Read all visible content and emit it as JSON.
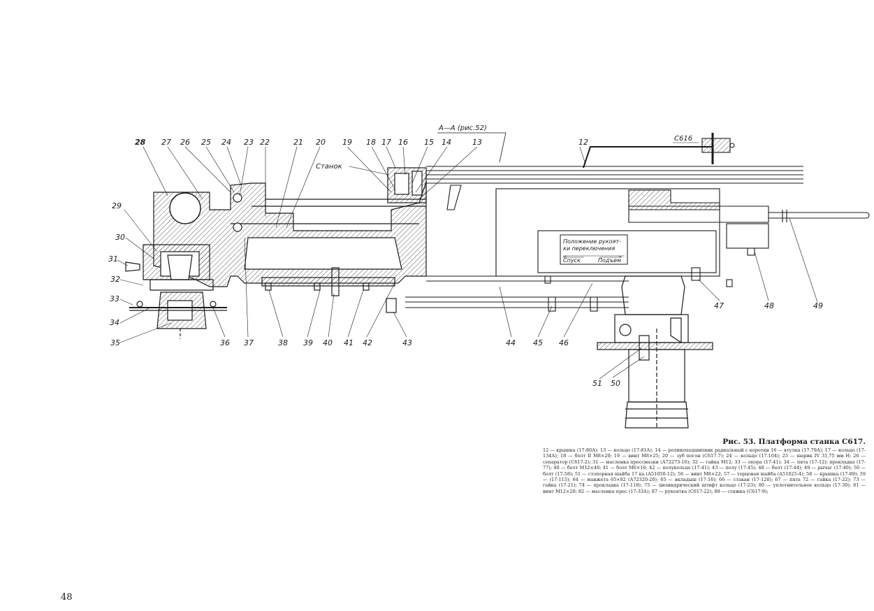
{
  "figure": {
    "section_label": "A—A (рис.52)",
    "machine_label": "Станок",
    "external_label": "С616",
    "control_box": {
      "line1": "Положение рукоят-",
      "line2": "ки переключения",
      "left": "Спуск",
      "right": "Подъем"
    },
    "part_labels": [
      {
        "id": "28",
        "text": "28",
        "bold": true
      },
      {
        "id": "27",
        "text": "27"
      },
      {
        "id": "26",
        "text": "26"
      },
      {
        "id": "25",
        "text": "25"
      },
      {
        "id": "24",
        "text": "24"
      },
      {
        "id": "23",
        "text": "23"
      },
      {
        "id": "22",
        "text": "22"
      },
      {
        "id": "21",
        "text": "21"
      },
      {
        "id": "20",
        "text": "20"
      },
      {
        "id": "19",
        "text": "19"
      },
      {
        "id": "18",
        "text": "18"
      },
      {
        "id": "17",
        "text": "17"
      },
      {
        "id": "16",
        "text": "16"
      },
      {
        "id": "15",
        "text": "15"
      },
      {
        "id": "14",
        "text": "14"
      },
      {
        "id": "13",
        "text": "13"
      },
      {
        "id": "12",
        "text": "12"
      },
      {
        "id": "29",
        "text": "29"
      },
      {
        "id": "30",
        "text": "30"
      },
      {
        "id": "31",
        "text": "31"
      },
      {
        "id": "32",
        "text": "32"
      },
      {
        "id": "33",
        "text": "33"
      },
      {
        "id": "34",
        "text": "34"
      },
      {
        "id": "35",
        "text": "35"
      },
      {
        "id": "36",
        "text": "36"
      },
      {
        "id": "37",
        "text": "37"
      },
      {
        "id": "38",
        "text": "38"
      },
      {
        "id": "39",
        "text": "39"
      },
      {
        "id": "40",
        "text": "40"
      },
      {
        "id": "41",
        "text": "41"
      },
      {
        "id": "42",
        "text": "42"
      },
      {
        "id": "43",
        "text": "43"
      },
      {
        "id": "44",
        "text": "44"
      },
      {
        "id": "45",
        "text": "45"
      },
      {
        "id": "46",
        "text": "46"
      },
      {
        "id": "47",
        "text": "47"
      },
      {
        "id": "48",
        "text": "48"
      },
      {
        "id": "49",
        "text": "49"
      },
      {
        "id": "50",
        "text": "50"
      },
      {
        "id": "51",
        "text": "51"
      }
    ]
  },
  "caption": {
    "title": "Рис. 53. Платформа станка С617.",
    "text": "12 — крышка (17-80А); 13 — кольцо (17-81А); 14 — роликоподшипник радиальный с коротки 16 — втулка (17-79А); 17 — кольцо (17-134А); 18 — болт II М8×20; 19 — винт М8×25; 20 — зуб погон (С617-7); 24 — кольцо (17-104); 25 — шарик IV 31,75 мм Н; 26 — сепаратор (С617-2); 31 — масленка прессмазки (А72273-16); 32 — гайка М12; 33 — опора (17-41); 34 — пята (17-12); прокладка (17-77); 40 — болт М12×40; 41 — болт М6×16; 42 — полукольцо (17-41); 43 — полу (17-45); 48 — болт (17-44); 49 — рычаг (17-40); 50 — болт (17-58); 51 — стопорная шайба 17 ка (А51050-12); 56 — винт М8×22; 57 — торцовая шайба (А51025-4); 58 — крышка (17-89); 59 — (17-115); 64 — манжета 65×82 (А72320-20); 65 — вкладыш (17-16); 66 — стакан (17-120); 67 — пята 72 — гайка (17-22); 73 — гайка (17-21); 74 — прокладка (17-118); 75 — цилиндрический штифт кольцо (17-23); 80 — уплотнительное кольцо (17-30); 81 — винт М12×20; 82 — масленка прес (17-33А); 87 — рукоятка (С617-22); 88 — стяжка (С617-9);"
  },
  "page": {
    "number": "48"
  },
  "colors": {
    "ink": "#1a1a1a",
    "paper": "#ffffff"
  }
}
